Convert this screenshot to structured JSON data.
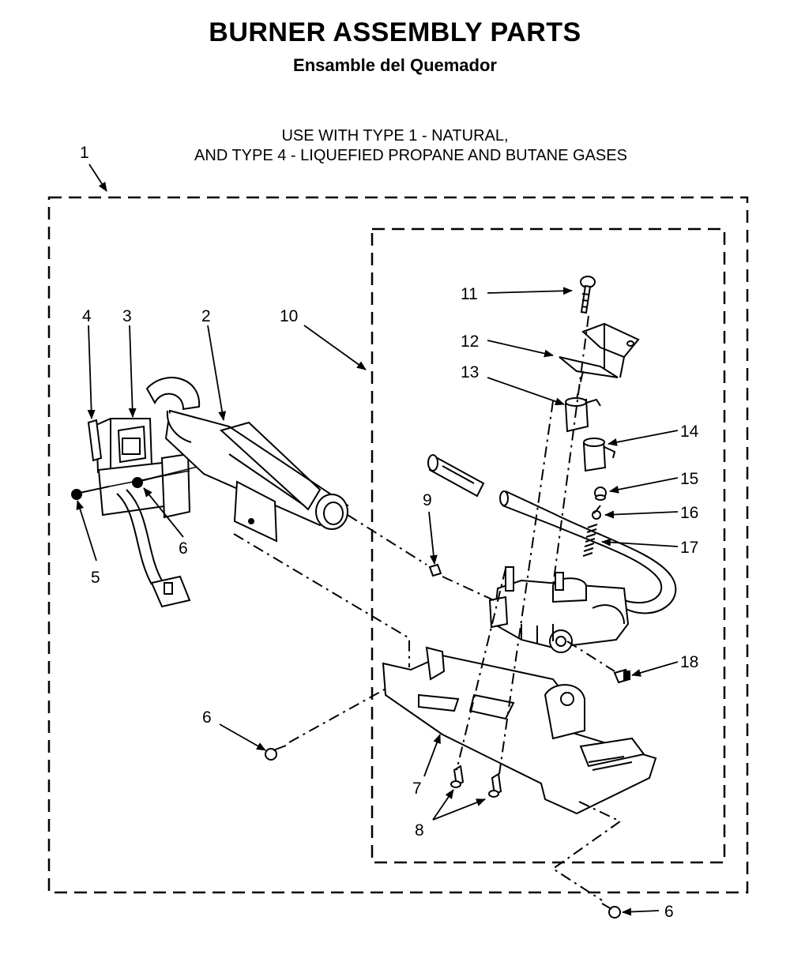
{
  "title": "BURNER ASSEMBLY PARTS",
  "subtitle": "Ensamble del Quemador",
  "note": {
    "line1": "USE WITH TYPE 1 - NATURAL,",
    "line2": "AND TYPE 4 - LIQUEFIED PROPANE AND BUTANE GASES"
  },
  "callouts": {
    "c1": "1",
    "c2": "2",
    "c3": "3",
    "c4": "4",
    "c5": "5",
    "c6a": "6",
    "c6b": "6",
    "c6c": "6",
    "c7": "7",
    "c8": "8",
    "c9": "9",
    "c10": "10",
    "c11": "11",
    "c12": "12",
    "c13": "13",
    "c14": "14",
    "c15": "15",
    "c16": "16",
    "c17": "17",
    "c18": "18"
  }
}
